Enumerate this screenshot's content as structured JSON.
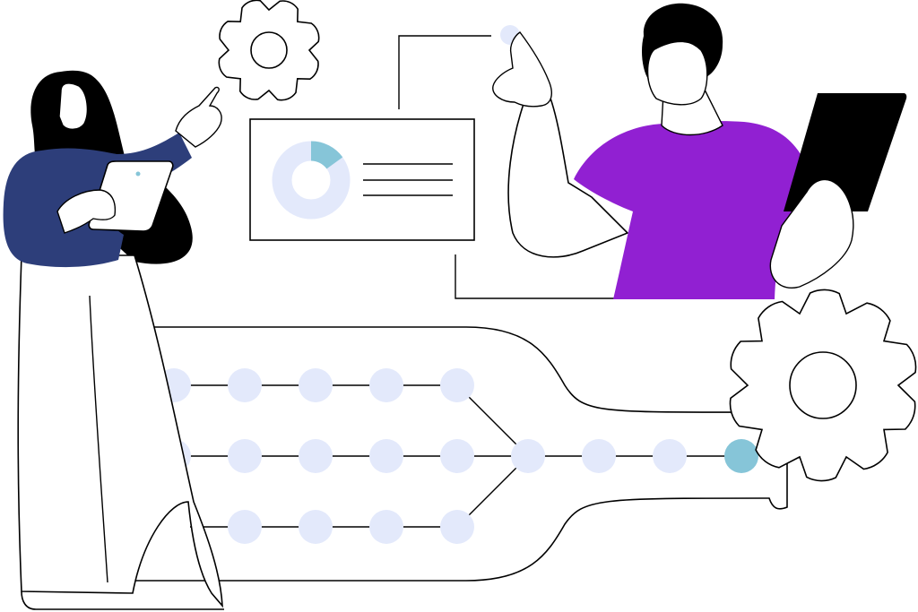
{
  "colors": {
    "ink": "#000000",
    "node": "#e3e9fb",
    "node_active": "#86c5d8",
    "jacket": "#2d3e7a",
    "shirt": "#9120d2",
    "tablet_dark": "#000000",
    "hair": "#000000",
    "background": "#ffffff"
  },
  "icons": [
    "gear-icon",
    "donut-chart-icon",
    "tablet-icon",
    "network-node-icon"
  ],
  "donut": {
    "highlight_fraction": 0.15
  },
  "network": {
    "rows": [
      {
        "nodes": 5,
        "active": []
      },
      {
        "nodes": 5,
        "active": []
      },
      {
        "nodes": 4,
        "active": []
      }
    ],
    "output_nodes": 4,
    "active_output_index": 3
  }
}
